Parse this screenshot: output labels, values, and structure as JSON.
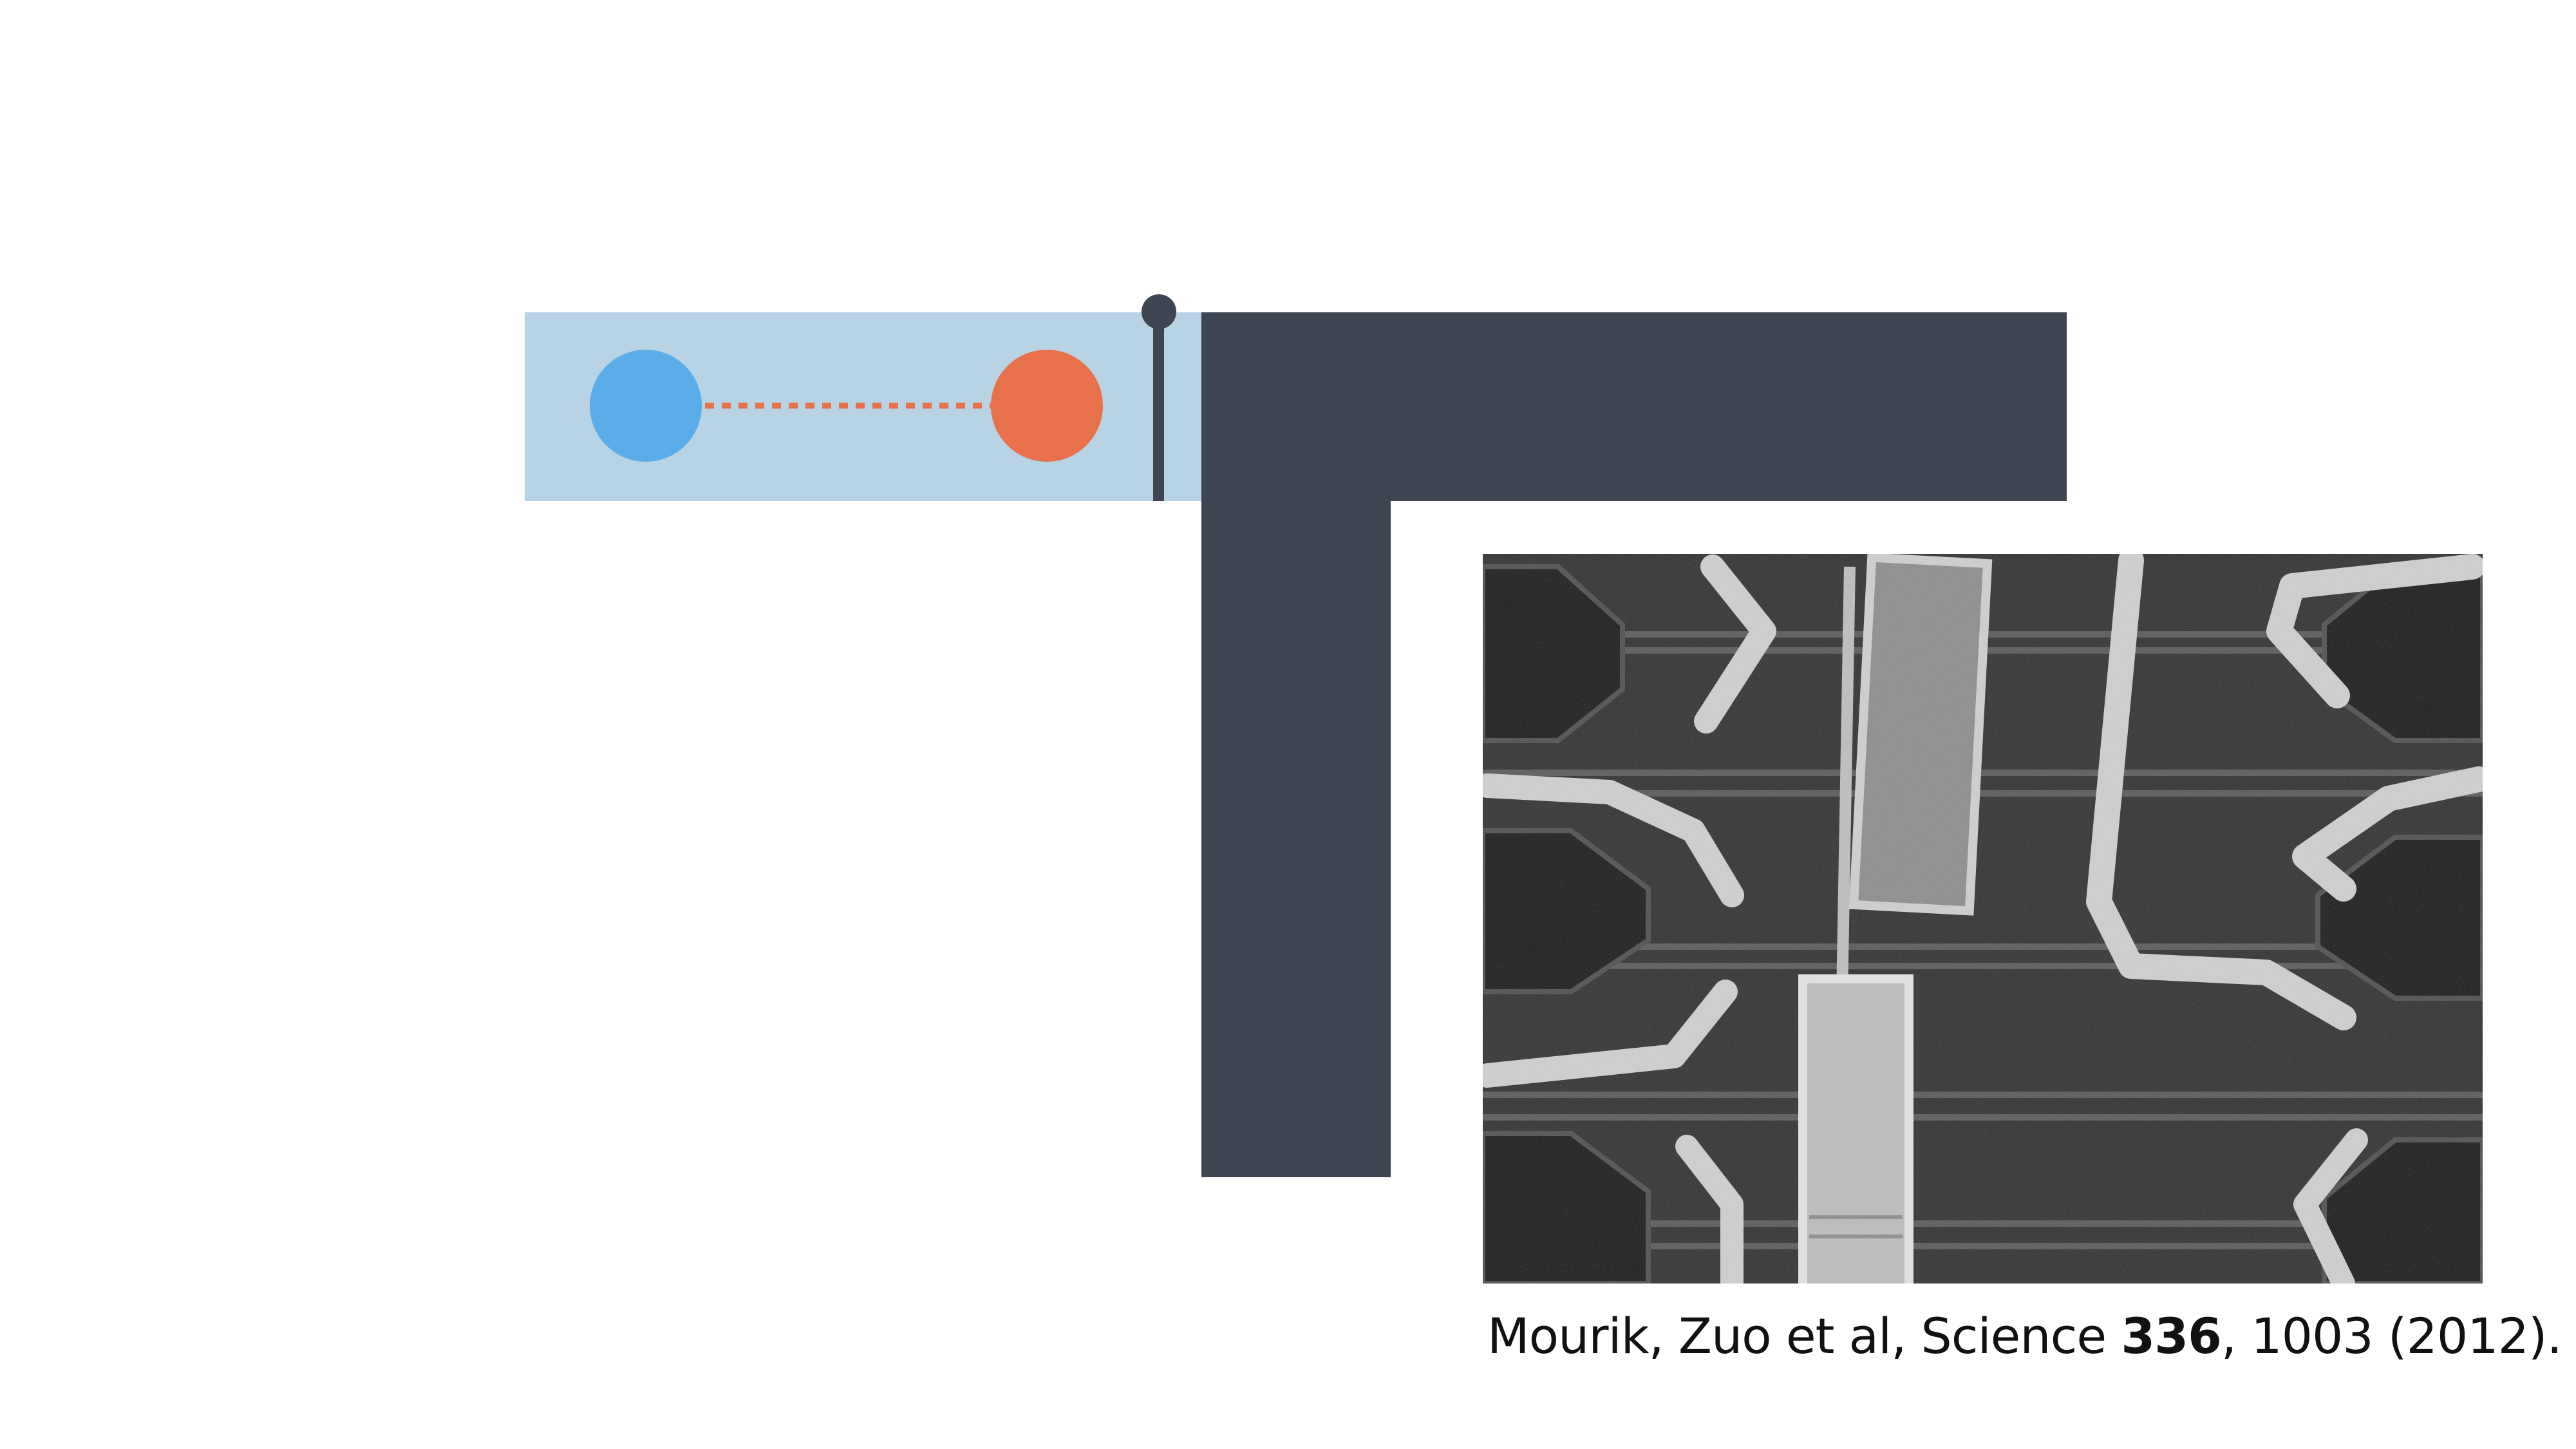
{
  "colors": {
    "wire_fill": "#b8d3e3",
    "superconductor": "#3d4652",
    "left_particle": "#5aade8",
    "right_particle": "#e8704a",
    "coupling_line": "#e8704a",
    "gate_pin": "#3d4652"
  },
  "diagram": {
    "left_particle_icon": "blue-circle",
    "right_particle_icon": "orange-circle",
    "link_style": "dotted"
  },
  "micrograph": {
    "description_icon": "sem-image"
  },
  "citation": {
    "authors": "Mourik, Zuo et al, Science ",
    "volume": "336",
    "pages": ", 1003 (2012)."
  }
}
